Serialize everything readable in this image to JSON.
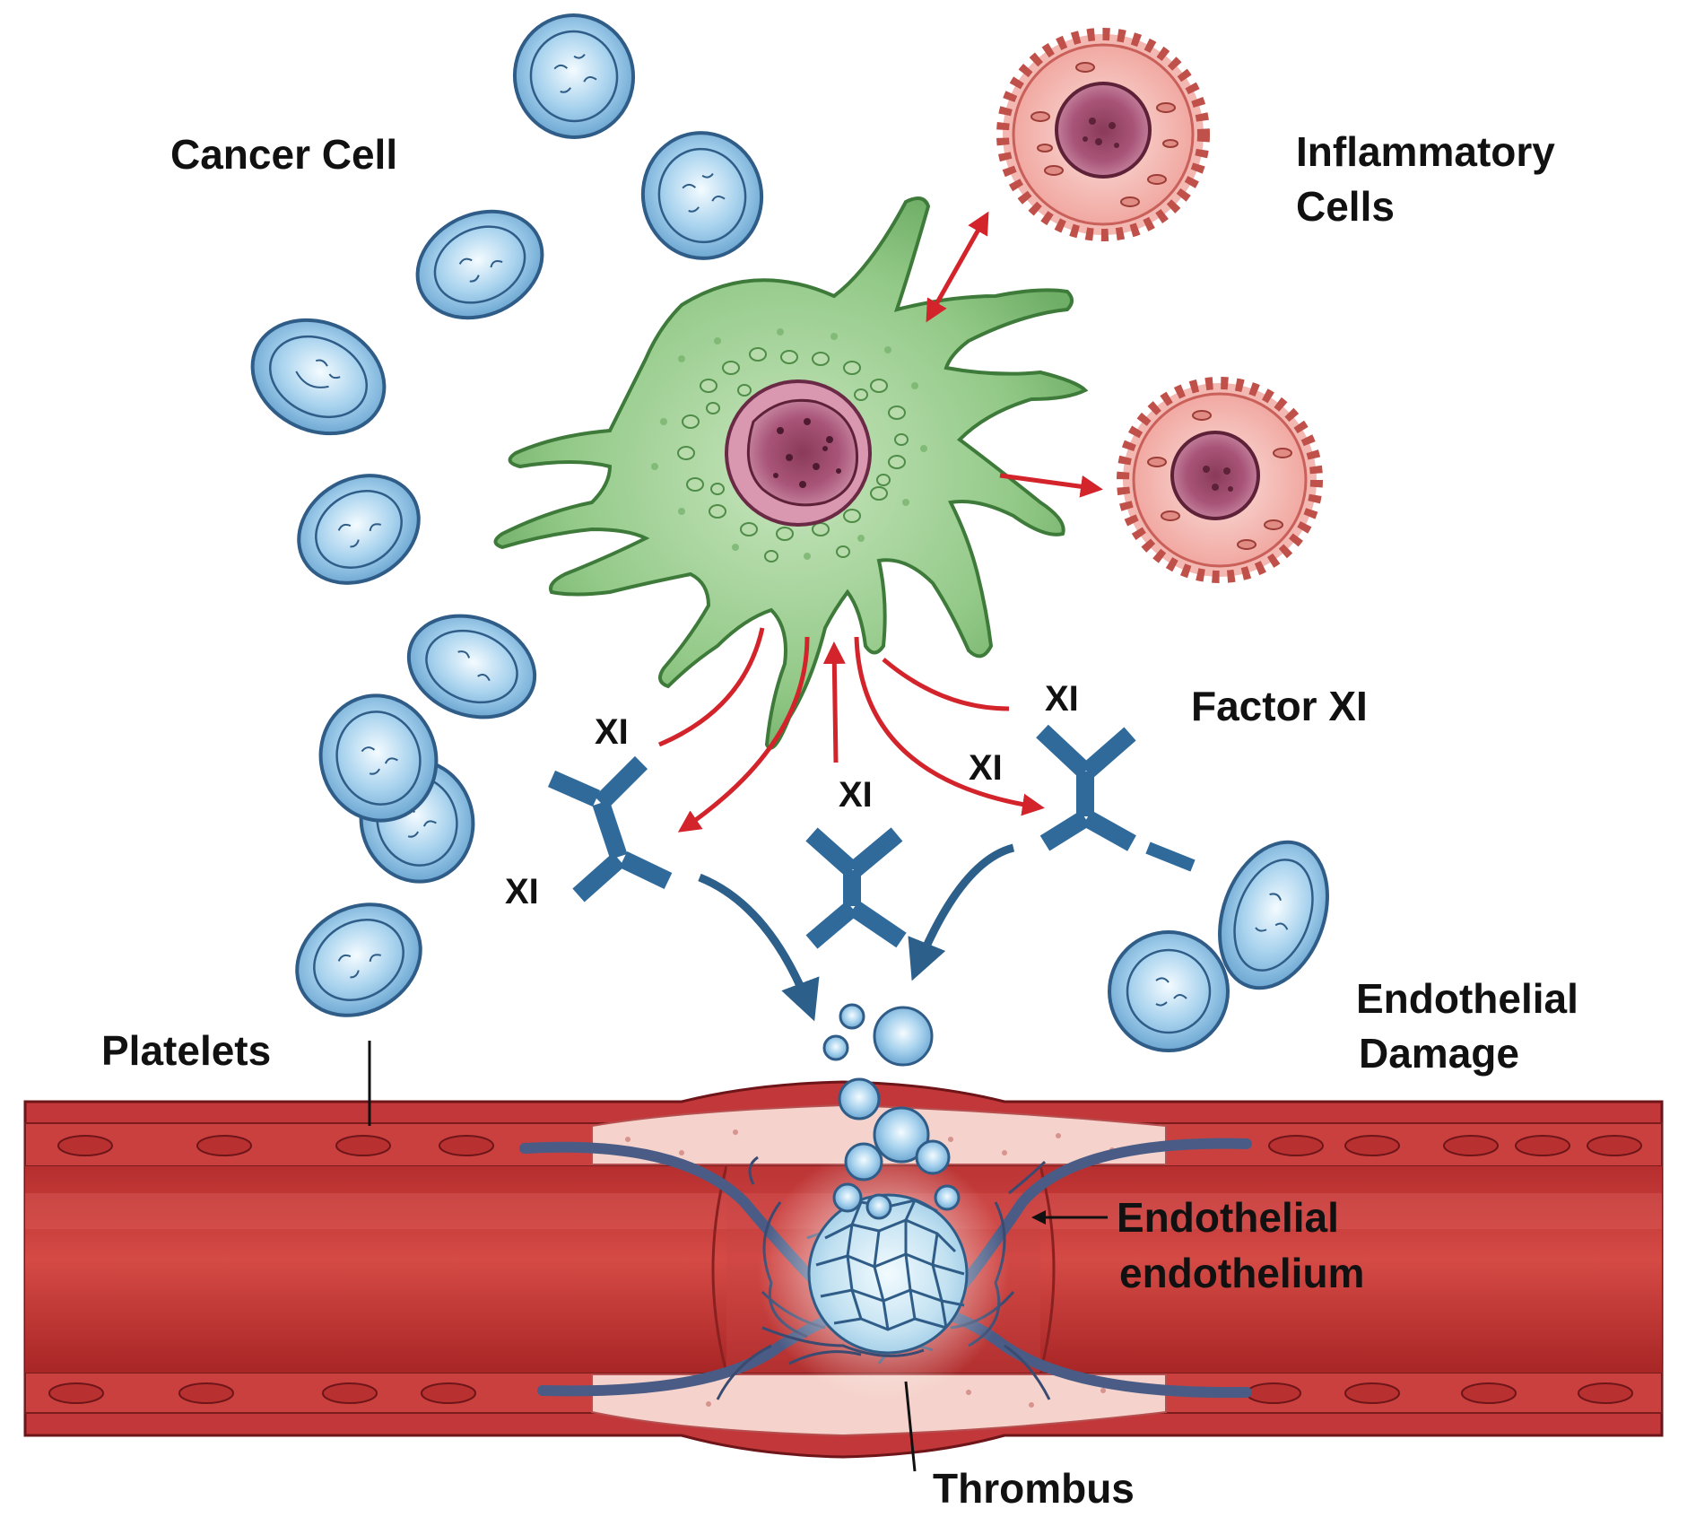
{
  "labels": {
    "cancer_cell": "Cancer Cell",
    "inflammatory_line1": "Inflammatory",
    "inflammatory_line2": "Cells",
    "factor_xi": "Factor XI",
    "platelets": "Platelets",
    "endothelial_damage_line1": "Endothelial",
    "endothelial_damage_line2": "Damage",
    "endothelial_endothelium_line1": "Endothelial",
    "endothelial_endothelium_line2": "endothelium",
    "thrombus": "Thrombus",
    "xi_1": "XI",
    "xi_2": "XI",
    "xi_3": "XI",
    "xi_4": "XI",
    "xi_5": "XI"
  },
  "colors": {
    "cancer_cell": "#8cc583",
    "nucleus": "#9c4a6a",
    "inflammatory_cell": "#f2aaa4",
    "platelet": "#8ec2e4",
    "factor_xi": "#2f6a9b",
    "red_arrow": "#d3232b",
    "blue_arrow": "#2c5f8a",
    "vessel": "#c93a3a",
    "vessel_inner": "#f2cfc8"
  },
  "icons": [
    "cancer-cell-icon",
    "inflammatory-cell-icon",
    "platelet-icon",
    "factor-xi-icon",
    "blood-vessel-icon",
    "thrombus-icon"
  ]
}
